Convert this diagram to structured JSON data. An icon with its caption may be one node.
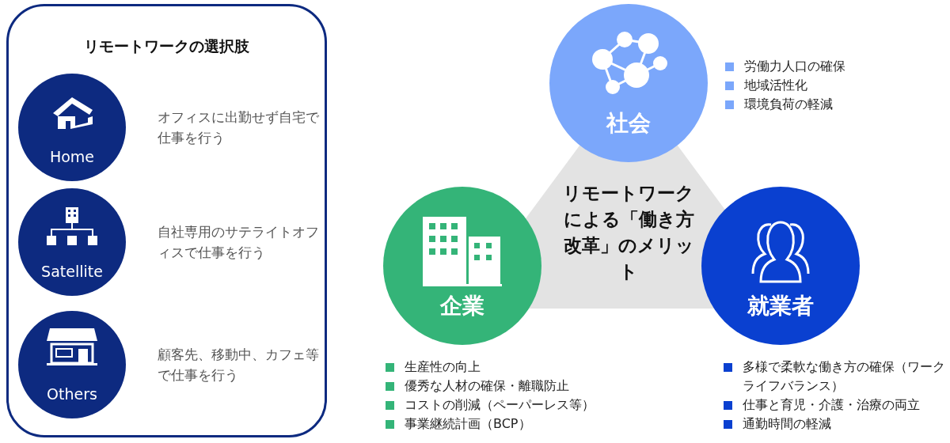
{
  "diagram": {
    "nodes": [
      {
        "text": [
          "リモートワークの選択肢"
        ]
      },
      {
        "text": [
          "Home"
        ],
        "in": 0,
        "beside": [
          "オフィスに出勤せず自宅で仕事を行う"
        ]
      },
      {
        "text": [
          "Satellite"
        ],
        "in": 0,
        "beside": [
          "自社専用のサテライトオフィスで仕事を行う"
        ]
      },
      {
        "text": [
          "Others"
        ],
        "in": 0,
        "beside": [
          "顧客先、移動中、カフェ等で仕事を行う"
        ]
      },
      {
        "text": [
          "リモートワークによる「働き方改革」のメリット"
        ]
      },
      {
        "text": [
          "社会"
        ],
        "beside": [
          "労働力人口の確保",
          "地域活性化",
          "環境負荷の軽減"
        ]
      },
      {
        "text": [
          "企業"
        ],
        "beside": [
          "生産性の向上",
          "優秀な人材の確保・離職防止",
          "コストの削減（ペーパーレス等）",
          "事業継続計画（BCP）"
        ]
      },
      {
        "text": [
          "就業者"
        ],
        "beside": [
          "多様で柔軟な働き方の確保（ワークライフバランス）",
          "仕事と育児・介護・治療の両立",
          "通勤時間の軽減"
        ]
      }
    ],
    "edges": []
  }
}
